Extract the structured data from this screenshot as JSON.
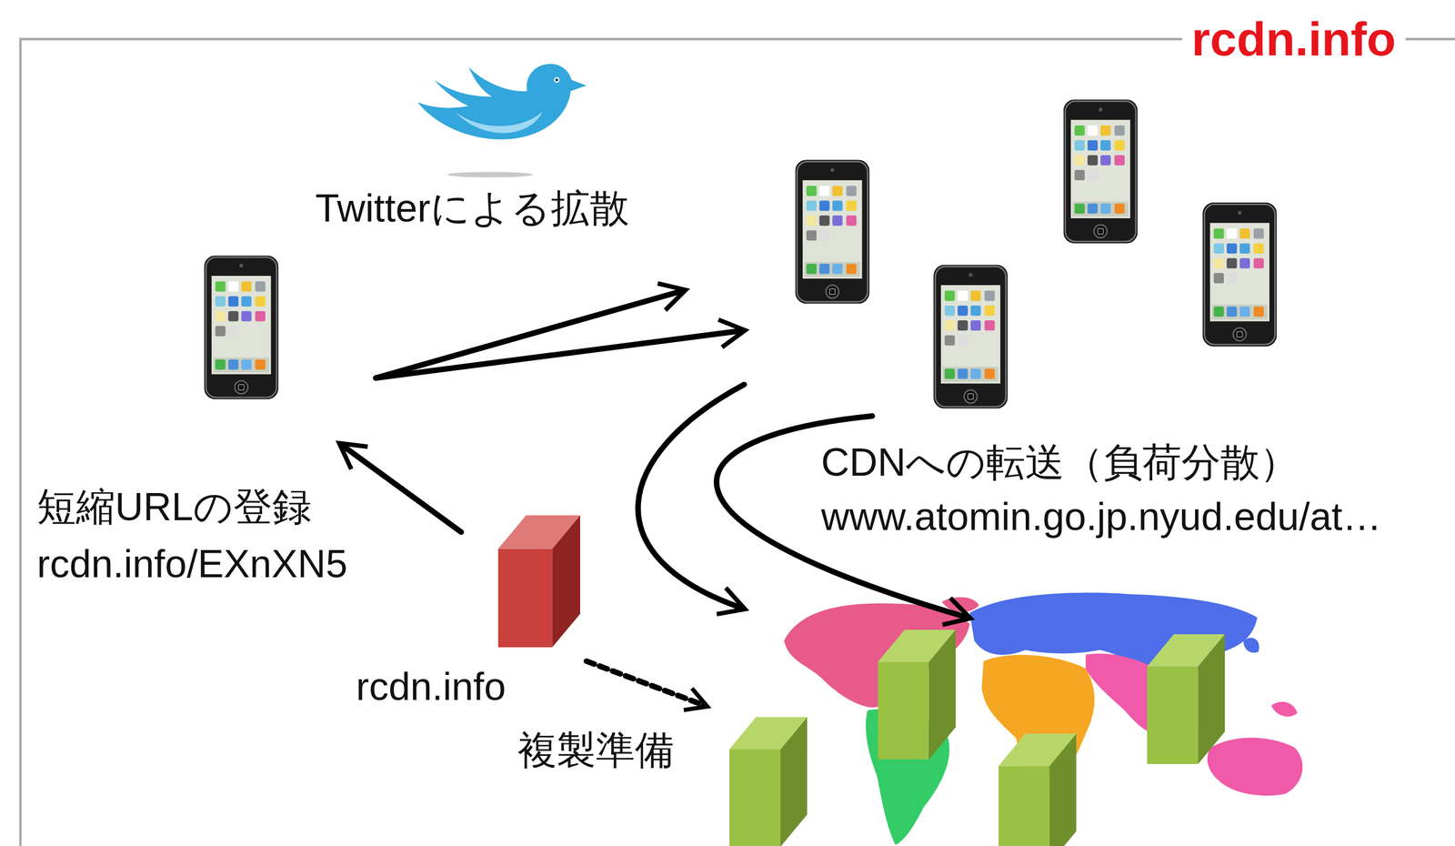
{
  "diagram": {
    "title": "rcdn.info",
    "nodes": [
      {
        "text": [
          "rcdn.info"
        ]
      }
    ],
    "labels": [
      "Twitterによる拡散",
      "短縮URLの登録",
      "rcdn.info/EXnXN5",
      "CDNへの転送（負荷分散）",
      "www.atomin.go.jp.nyud.edu/at…",
      "複製準備"
    ]
  }
}
